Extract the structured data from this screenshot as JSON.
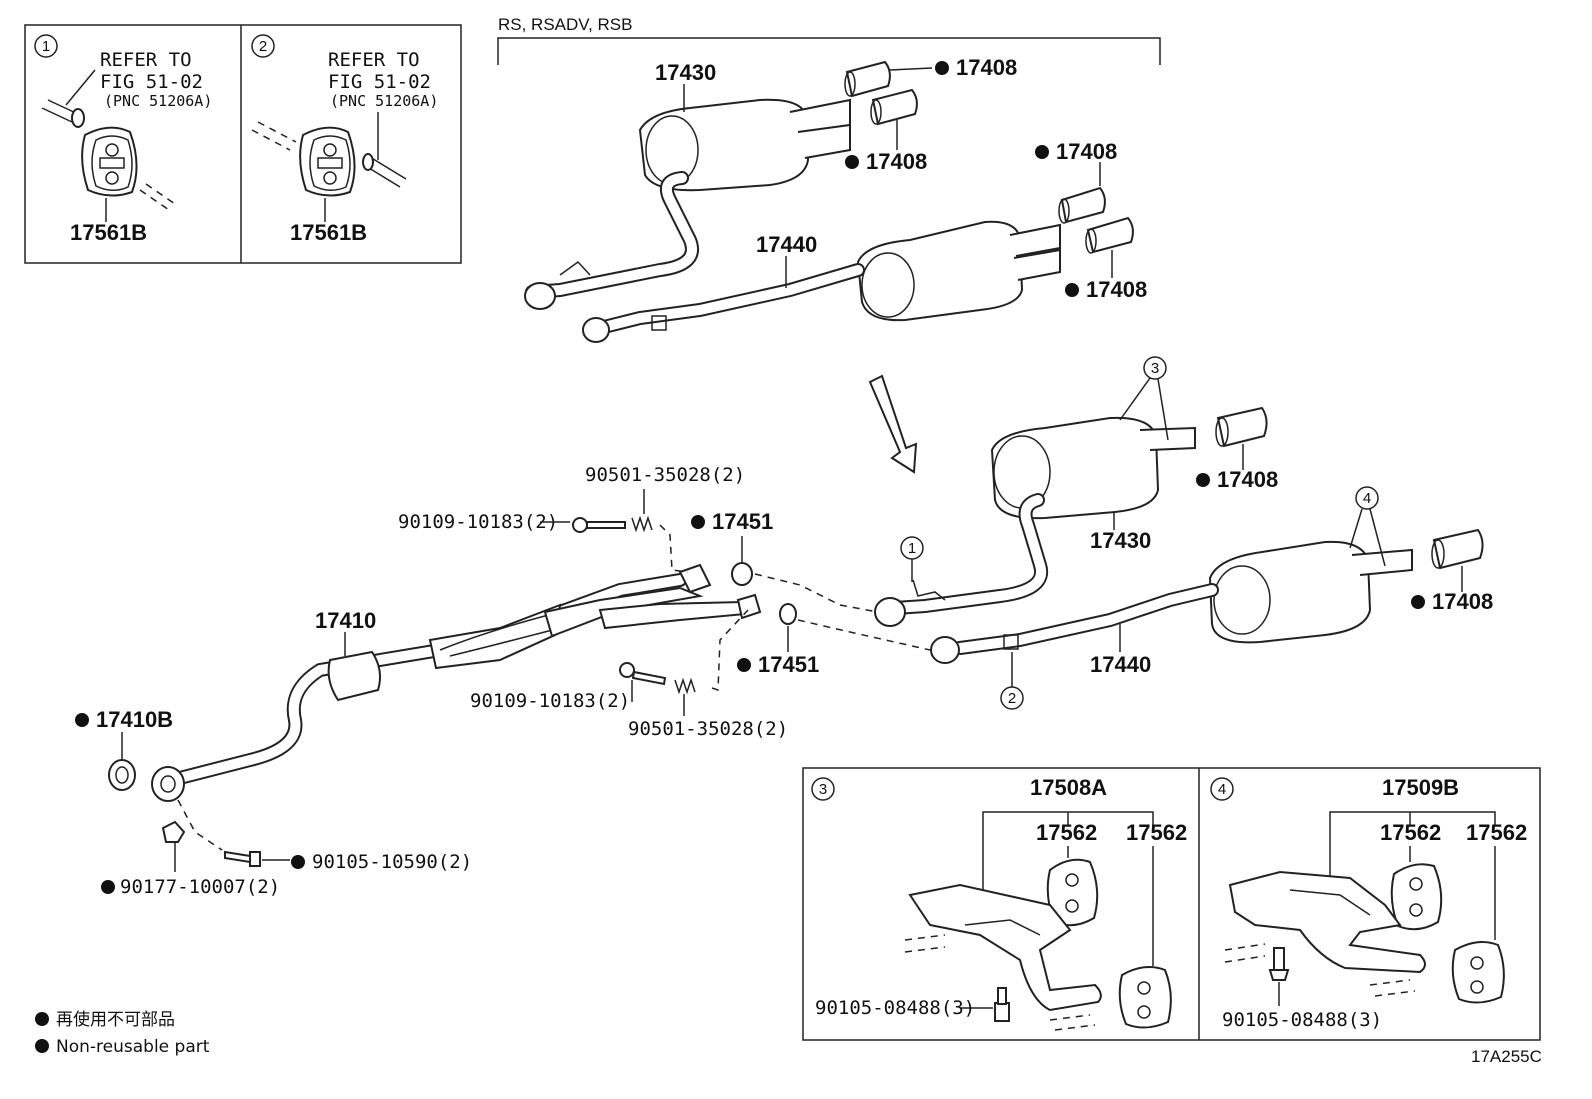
{
  "detail_1": {
    "circle": "1",
    "refer_line1": "REFER TO",
    "refer_line2": "FIG 51-02",
    "refer_line3": "(PNC 51206A)",
    "part": "17561B"
  },
  "detail_2": {
    "circle": "2",
    "refer_line1": "REFER TO",
    "refer_line2": "FIG 51-02",
    "refer_line3": "(PNC 51206A)",
    "part": "17561B"
  },
  "variant_label": "RS, RSADV, RSB",
  "parts": {
    "p17430_top": "17430",
    "p17408_a": "17408",
    "p17408_b": "17408",
    "p17408_c": "17408",
    "p17408_d": "17408",
    "p17440_top": "17440",
    "p17430": "17430",
    "p17408_e": "17408",
    "p17408_f": "17408",
    "p17440": "17440",
    "p17410": "17410",
    "p17410B": "17410B",
    "p17451_a": "17451",
    "p17451_b": "17451",
    "bolt_a": "90109-10183(2)",
    "spring_a": "90501-35028(2)",
    "bolt_b": "90109-10183(2)",
    "spring_b": "90501-35028(2)",
    "nut": "90177-10007(2)",
    "bolt_c": "90105-10590(2)"
  },
  "callouts": {
    "c1": "1",
    "c2": "2",
    "c3": "3",
    "c4": "4"
  },
  "detail_3": {
    "circle": "3",
    "bracket": "17508A",
    "hanger_a": "17562",
    "hanger_b": "17562",
    "bolt": "90105-08488(3)"
  },
  "detail_4": {
    "circle": "4",
    "bracket": "17509B",
    "hanger_a": "17562",
    "hanger_b": "17562",
    "bolt": "90105-08488(3)"
  },
  "legend": {
    "jp": "再使用不可部品",
    "en": "Non-reusable part"
  },
  "diagram_id": "17A255C"
}
